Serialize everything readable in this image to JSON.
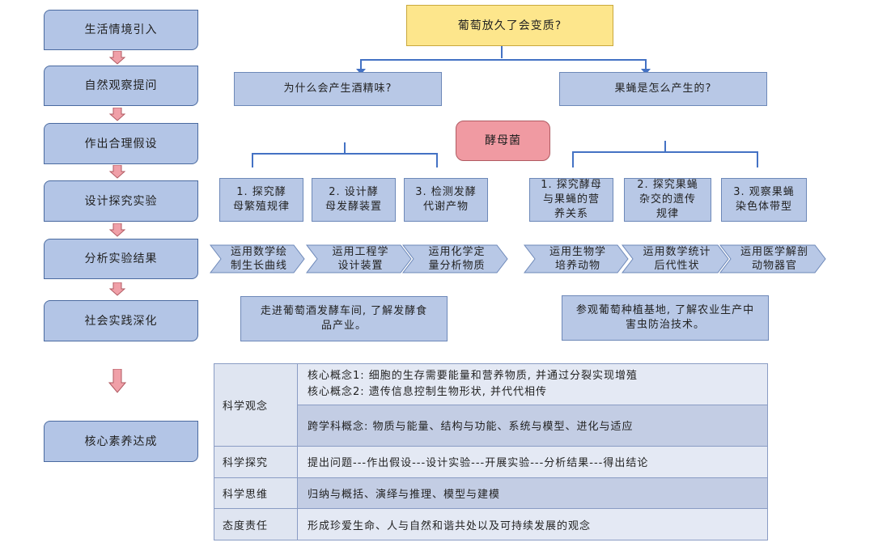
{
  "stages": [
    "生活情境引入",
    "自然观察提问",
    "作出合理假设",
    "设计探究实验",
    "分析实验结果",
    "社会实践深化",
    "核心素养达成"
  ],
  "top_question": "葡萄放久了会变质?",
  "sub_questions": {
    "left": "为什么会产生酒精味?",
    "right": "果蝇是怎么产生的?"
  },
  "hypothesis": "酵母菌",
  "experiments": {
    "left": [
      "1. 探究酵母繁殖规律",
      "2. 设计酵母发酵装置",
      "3. 检测发酵代谢产物"
    ],
    "right": [
      "1. 探究酵母与果蝇的营养关系",
      "2. 探究果蝇杂交的遗传规律",
      "3. 观察果蝇染色体带型"
    ]
  },
  "analysis": {
    "left": [
      "运用数学绘制生长曲线",
      "运用工程学设计装置",
      "运用化学定量分析物质"
    ],
    "right": [
      "运用生物学培养动物",
      "运用数学统计后代性状",
      "运用医学解剖动物器官"
    ]
  },
  "practice": {
    "left": "走进葡萄酒发酵车间, 了解发酵食品产业。",
    "right": "参观葡萄种植基地, 了解农业生产中害虫防治技术。"
  },
  "core_literacy": {
    "science_concept": {
      "label": "科学观念",
      "core1": "核心概念1: 细胞的生存需要能量和营养物质, 并通过分裂实现增殖",
      "core2": "核心概念2: 遗传信息控制生物形状, 并代代相传",
      "cross": "跨学科概念: 物质与能量、结构与功能、系统与模型、进化与适应"
    },
    "inquiry": {
      "label": "科学探究",
      "text": "提出问题---作出假设---设计实验---开展实验---分析结果---得出结论"
    },
    "thinking": {
      "label": "科学思维",
      "text": "归纳与概括、演绎与推理、模型与建模"
    },
    "attitude": {
      "label": "态度责任",
      "text": "形成珍爱生命、人与自然和谐共处以及可持续发展的观念"
    }
  },
  "colors": {
    "stage_fill": "#b3c5e6",
    "box_fill": "#b8c8e6",
    "question_fill": "#fde68c",
    "hypothesis_fill": "#f09aa2",
    "connector": "#4472c4",
    "arrow_fill": "#f0a0a8"
  }
}
